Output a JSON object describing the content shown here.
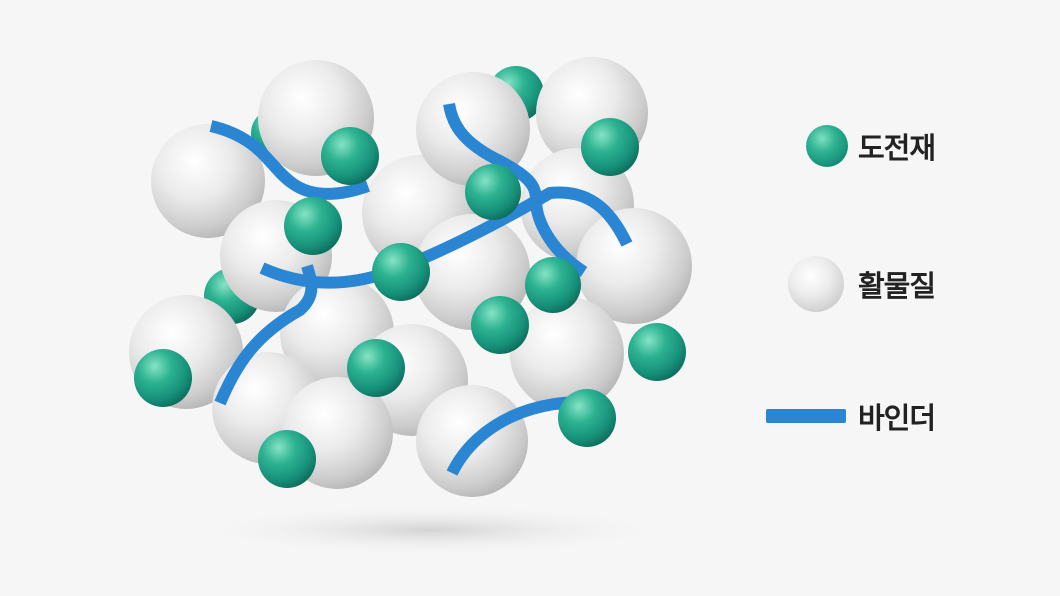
{
  "legend": {
    "conductive_label": "도전재",
    "active_label": "활물질",
    "binder_label": "바인더"
  },
  "colors": {
    "background": "#f6f6f6",
    "conductive": "#1fa58a",
    "active": "#d9d9d9",
    "binder": "#2a86d3"
  }
}
